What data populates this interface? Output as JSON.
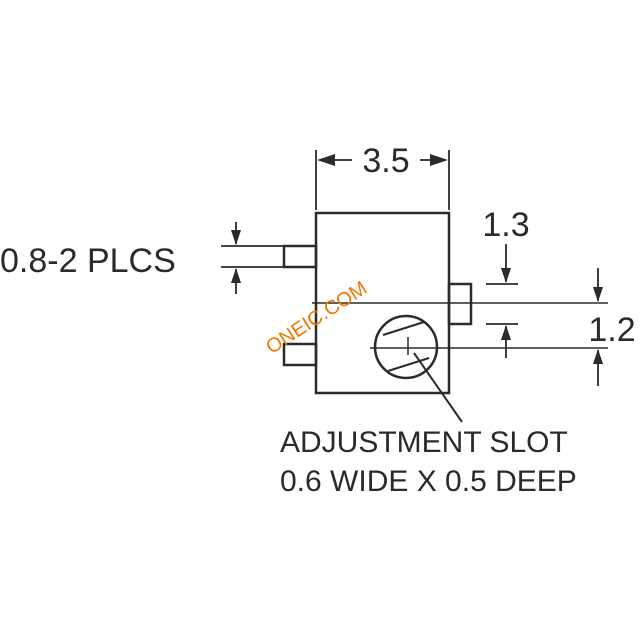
{
  "dimensions": {
    "width": "3.5",
    "terminal_width": "0.8-2 PLCS",
    "slot_offset": "1.3",
    "slot_spacing": "1.2"
  },
  "note": {
    "line1": "ADJUSTMENT SLOT",
    "line2": "0.6 WIDE X 0.5 DEEP"
  },
  "watermark": {
    "text": "ONEIC.COM",
    "color": "#f07a00"
  },
  "colors": {
    "line": "#2b2b2b",
    "background": "#ffffff"
  }
}
